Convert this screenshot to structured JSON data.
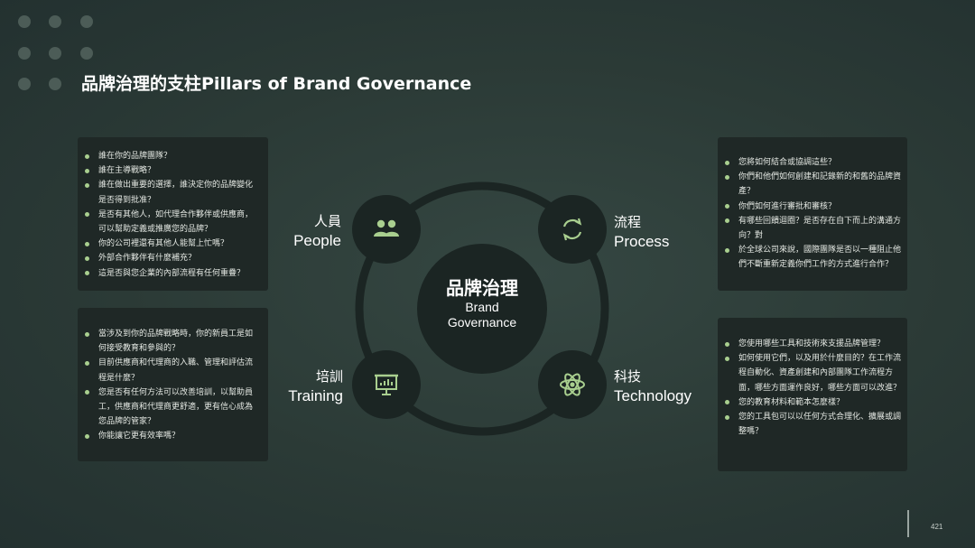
{
  "title": "品牌治理的支柱Pillars of Brand Governance",
  "center": {
    "cn": "品牌治理",
    "en_line1": "Brand",
    "en_line2": "Governance"
  },
  "pillars": {
    "people": {
      "cn": "人員",
      "en": "People",
      "icon": "people-icon"
    },
    "process": {
      "cn": "流程",
      "en": "Process",
      "icon": "cycle-arrows-icon"
    },
    "training": {
      "cn": "培訓",
      "en": "Training",
      "icon": "presentation-board-icon"
    },
    "technology": {
      "cn": "科技",
      "en": "Technology",
      "icon": "atom-icon"
    }
  },
  "cards": {
    "people": [
      "誰在你的品牌團隊？",
      "誰在主導戰略？",
      "誰在做出重要的選擇，誰決定你的品牌變化是否得到批准？",
      "是否有其他人，如代理合作夥伴或供應商，可以幫助定義或推廣您的品牌？",
      "你的公司裡還有其他人能幫上忙嗎？",
      "外部合作夥伴有什麼補充？",
      "這是否與您企業的內部流程有任何重疊？"
    ],
    "training": [
      "當涉及到你的品牌戰略時，你的新員工是如何接受教育和參與的？",
      "目前供應商和代理商的入職、管理和評估流程是什麼？",
      "您是否有任何方法可以改善培訓，以幫助員工，供應商和代理商更舒適，更有信心成為您品牌的管家？",
      "你能讓它更有效率嗎？"
    ],
    "process": [
      "您將如何結合或協調這些？",
      "你們和他們如何創建和記錄新的和舊的品牌資產？",
      "你們如何進行審批和審核？",
      "有哪些回饋迴圈？是否存在自下而上的溝通方向？對",
      "於全球公司來說，國際團隊是否以一種阻止他們不斷重新定義你們工作的方式進行合作？"
    ],
    "technology": [
      "您使用哪些工具和技術來支援品牌管理？",
      "如何使用它們，以及用於什麼目的？在工作流程自動化、資產創建和內部團隊工作流程方面，哪些方面運作良好，哪些方面可以改進？",
      "您的教育材料和範本怎麼樣？",
      "您的工具包可以以任何方式合理化、擴展或調整嗎？"
    ]
  },
  "page_number": "421",
  "colors": {
    "accent": "#a9cf8f",
    "card_bg": "#1f2826",
    "circle_bg": "#1b2523",
    "ring": "#1b2523"
  }
}
